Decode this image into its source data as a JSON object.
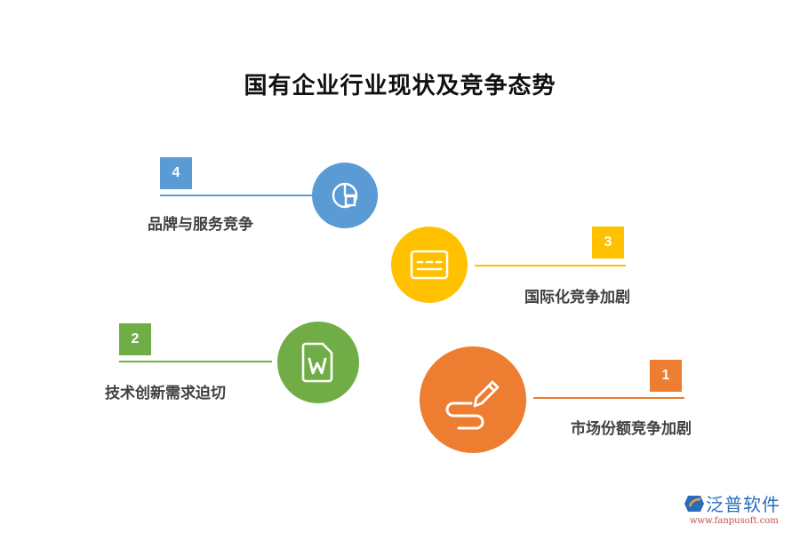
{
  "title": "国有企业行业现状及竞争态势",
  "items": [
    {
      "number": "4",
      "label": "品牌与服务竞争",
      "color": "#5b9bd5",
      "icon": "pie-chart-icon"
    },
    {
      "number": "3",
      "label": "国际化竞争加剧",
      "color": "#ffc000",
      "icon": "keyboard-icon"
    },
    {
      "number": "2",
      "label": "技术创新需求迫切",
      "color": "#70ad47",
      "icon": "word-document-icon"
    },
    {
      "number": "1",
      "label": "市场份额竞争加剧",
      "color": "#ed7d31",
      "icon": "pen-signature-icon"
    }
  ],
  "logo": {
    "name": "泛普软件",
    "url": "www.fanpusoft.com"
  }
}
